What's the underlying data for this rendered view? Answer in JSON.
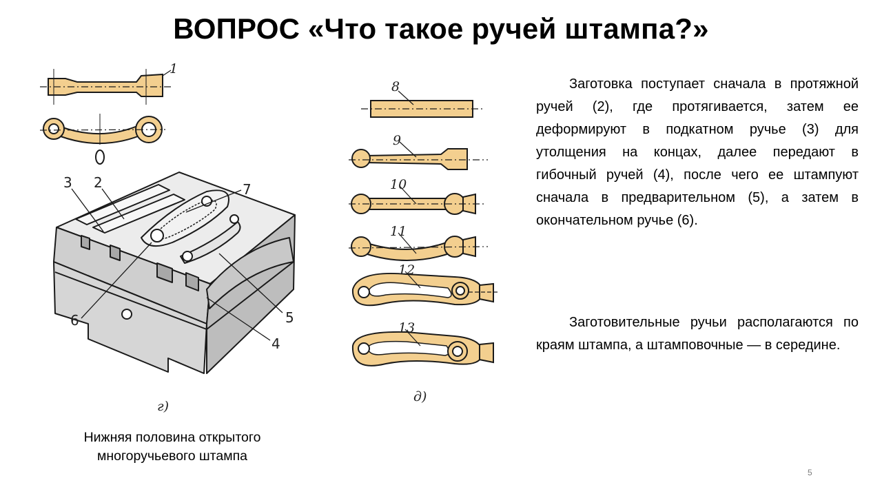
{
  "slide": {
    "title": "ВОПРОС «Что такое ручей штампа?»",
    "paragraph1": "Заготовка поступает сначала в протяжной ручей (2), где протягивается, затем ее деформируют в подкатном ручье (3) для утолщения на концах, далее передают в гибочный ручей (4), после чего ее штампуют сначала в предварительном (5), а затем в окончательном ручье (6).",
    "paragraph2": "Заготовительные ручьи располагаются по краям штампа, а штамповочные — в середине.",
    "caption": "Нижняя половина открытого многоручьевого штампа",
    "page_number": "5"
  },
  "figure_left": {
    "label_part": "1",
    "label_section": "0",
    "labels": [
      "3",
      "2",
      "7",
      "5",
      "4",
      "6"
    ],
    "sublabel": "г)"
  },
  "figure_right": {
    "labels": [
      "8",
      "9",
      "10",
      "11",
      "12",
      "13"
    ],
    "sublabel": "д)"
  },
  "colors": {
    "blank_fill": "#f3cf8f",
    "die_fill": "#d9d9d9",
    "stroke": "#1a1a1a"
  }
}
